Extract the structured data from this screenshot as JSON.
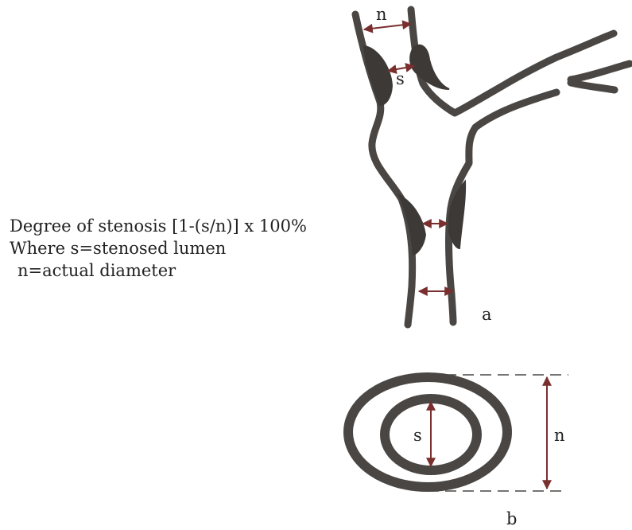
{
  "legend": {
    "formula": "Degree of stenosis [1-(s/n)] x 100%",
    "where_line": "Where s=stenosed lumen",
    "n_definition": "n=actual diameter"
  },
  "panel_a": {
    "label_n": "n",
    "label_s": "s",
    "panel_letter": "a"
  },
  "panel_b": {
    "label_s": "s",
    "label_n": "n",
    "panel_letter": "b"
  },
  "colors": {
    "vessel_wall": "#4a4643",
    "plaque": "#3d3936",
    "arrow": "#7a2f2f",
    "text": "#222222"
  }
}
